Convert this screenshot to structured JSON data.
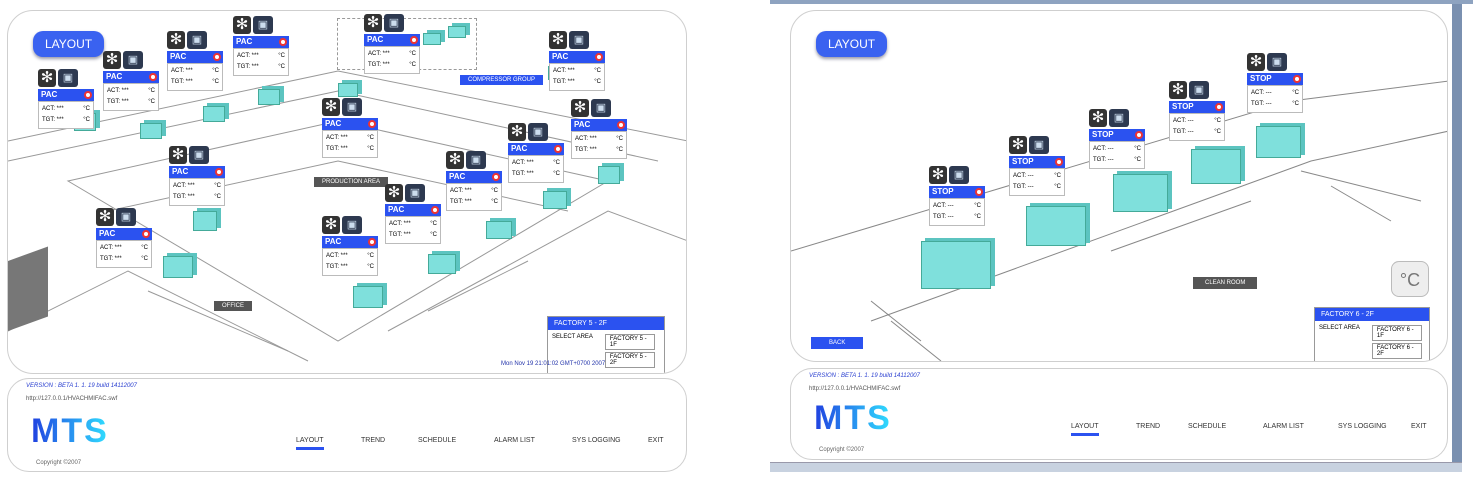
{
  "left": {
    "layout_label": "LAYOUT",
    "units": [
      {
        "label": "PAC",
        "act": "ACT: ***",
        "tgt": "TGT: ***",
        "unit": "°C"
      }
    ],
    "unit_count": 14,
    "areas": {
      "compressor": "COMPRESSOR GROUP",
      "production": "PRODUCTION AREA",
      "office": "OFFICE"
    },
    "factory": {
      "title": "FACTORY 5 - 2F",
      "select_label": "SELECT AREA",
      "options": [
        "FACTORY 5 - 1F",
        "FACTORY 5 - 2F"
      ]
    },
    "datetime": "Mon Nov 19 21:01:02 GMT+0700 2007",
    "footer": {
      "version": "VERSION : BETA 1. 1. 19 build 14112007",
      "url": "http://127.0.0.1/HVACHMIFAC.swf",
      "logo": "MTS",
      "copyright": "Copyright ©2007",
      "nav": [
        "LAYOUT",
        "TREND",
        "SCHEDULE",
        "ALARM LIST",
        "SYS LOGGING",
        "EXIT"
      ]
    }
  },
  "right": {
    "layout_label": "LAYOUT",
    "units": [
      {
        "label": "STOP",
        "act": "ACT: ---",
        "tgt": "TGT: ---",
        "unit": "°C"
      }
    ],
    "unit_count": 5,
    "area": "CLEAN ROOM",
    "back_label": "BACK",
    "celsius_label": "°C",
    "factory": {
      "title": "FACTORY 6 - 2F",
      "select_label": "SELECT AREA",
      "options": [
        "FACTORY 6 - 1F",
        "FACTORY 6 - 2F"
      ]
    },
    "footer": {
      "version": "VERSION : BETA 1. 1. 19 build 14112007",
      "url": "http://127.0.0.1/HVACHMIFAC.swf",
      "logo": "MTS",
      "copyright": "Copyright ©2007",
      "nav": [
        "LAYOUT",
        "TREND",
        "SCHEDULE",
        "ALARM LIST",
        "SYS LOGGING",
        "EXIT"
      ]
    }
  },
  "colors": {
    "accent": "#2b52f0",
    "unit_cube": "#7fe0dc"
  }
}
